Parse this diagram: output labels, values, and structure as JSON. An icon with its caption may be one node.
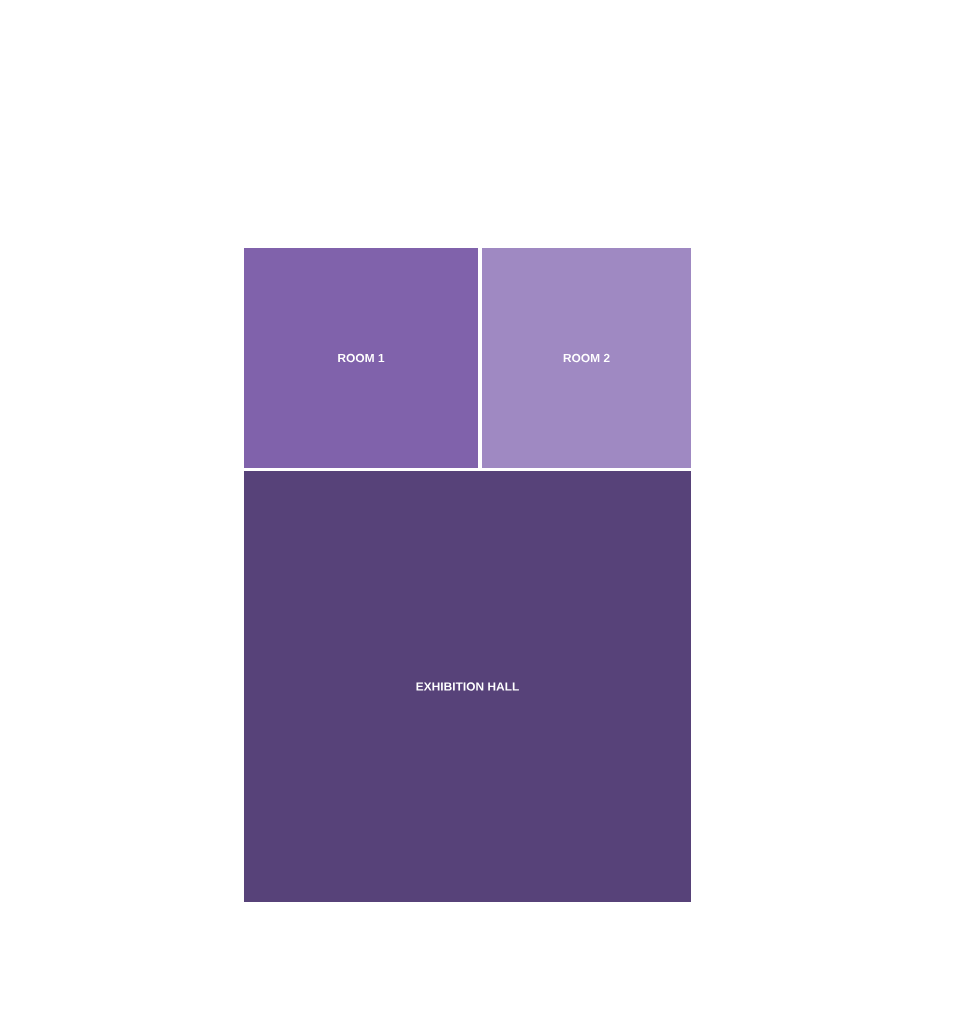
{
  "diagram": {
    "nodes": [
      {
        "text": [
          "ROOM 1"
        ]
      },
      {
        "text": [
          "ROOM 2"
        ]
      },
      {
        "text": [
          "EXHIBITION HALL"
        ]
      }
    ]
  }
}
